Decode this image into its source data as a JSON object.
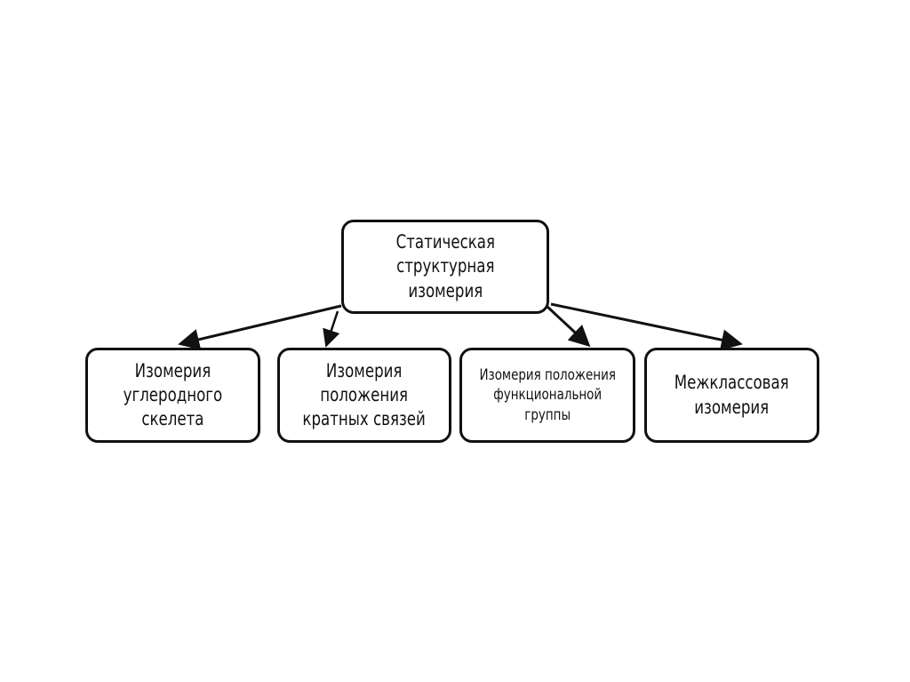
{
  "root": {
    "label": "Статическая\nструктурная\nизомерия"
  },
  "children": [
    {
      "label": "Изомерия\nуглеродного\nскелета"
    },
    {
      "label": "Изомерия\nположения\nкратных связей"
    },
    {
      "label": "Изомерия положения\nфункциональной\nгруппы"
    },
    {
      "label": "Межклассовая\nизомерия"
    }
  ]
}
